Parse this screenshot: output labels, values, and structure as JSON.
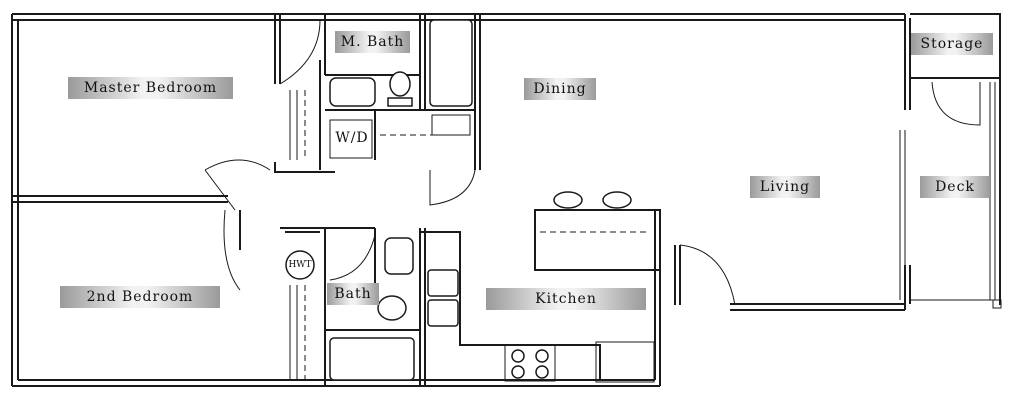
{
  "floorplan": {
    "rooms": {
      "master_bedroom": "Master Bedroom",
      "master_bath": "M. Bath",
      "washer_dryer": "W/D",
      "dining": "Dining",
      "storage": "Storage",
      "living": "Living",
      "deck": "Deck",
      "second_bedroom": "2nd Bedroom",
      "bath": "Bath",
      "kitchen": "Kitchen",
      "water_heater": "HWT"
    }
  }
}
